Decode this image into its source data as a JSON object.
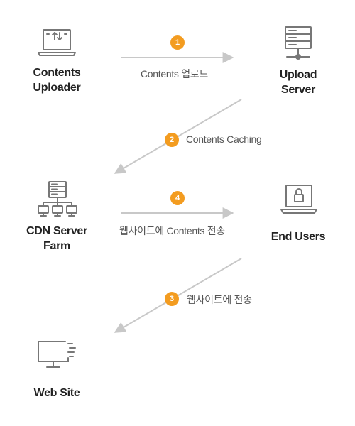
{
  "accent_color": "#f39c20",
  "icon_color": "#777777",
  "arrow_color": "#c8c8c8",
  "nodes": {
    "uploader": {
      "line1": "Contents",
      "line2": "Uploader"
    },
    "upload_server": {
      "line1": "Upload",
      "line2": "Server"
    },
    "cdn": {
      "line1": "CDN Server",
      "line2": "Farm"
    },
    "end_users": {
      "line1": "End Users"
    },
    "web_site": {
      "line1": "Web Site"
    }
  },
  "steps": {
    "s1": {
      "num": "1",
      "text": "Contents 업로드"
    },
    "s2": {
      "num": "2",
      "text": "Contents Caching"
    },
    "s3": {
      "num": "3",
      "text": "웹사이트에 전송"
    },
    "s4": {
      "num": "4",
      "text": "웹사이트에 Contents 전송"
    }
  }
}
